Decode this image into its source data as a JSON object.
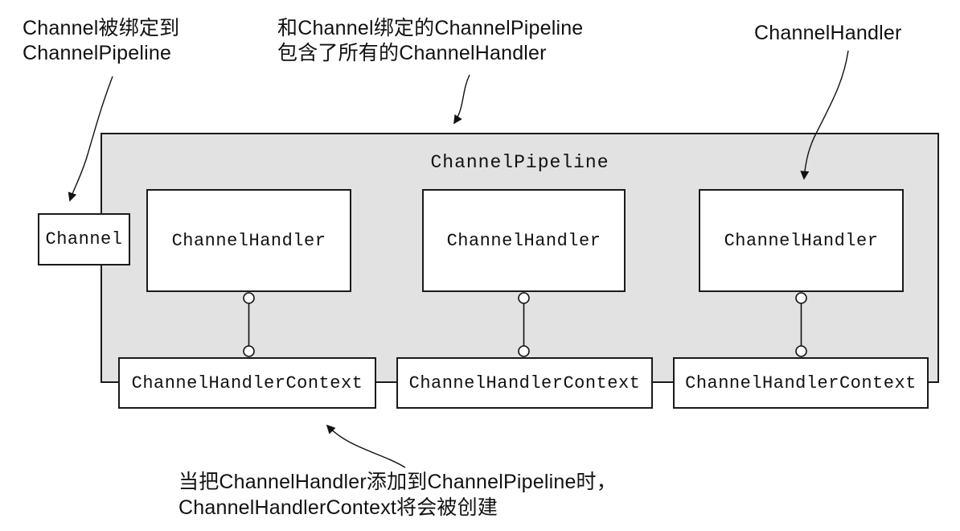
{
  "diagram": {
    "title": "ChannelPipeline",
    "channel_label": "Channel",
    "handlers": [
      "ChannelHandler",
      "ChannelHandler",
      "ChannelHandler"
    ],
    "contexts": [
      "ChannelHandlerContext",
      "ChannelHandlerContext",
      "ChannelHandlerContext"
    ]
  },
  "annotations": {
    "top_left": {
      "line1": "Channel被绑定到",
      "line2": "ChannelPipeline"
    },
    "top_middle": {
      "line1": "和Channel绑定的ChannelPipeline",
      "line2": "包含了所有的ChannelHandler"
    },
    "top_right": {
      "line1": "ChannelHandler"
    },
    "bottom": {
      "line1": "当把ChannelHandler添加到ChannelPipeline时，",
      "line2": "ChannelHandlerContext将会被创建"
    }
  },
  "colors": {
    "pipeline_fill": "#e2e2e2",
    "box_fill": "#ffffff",
    "border": "#1a1a1a",
    "text": "#111111"
  }
}
